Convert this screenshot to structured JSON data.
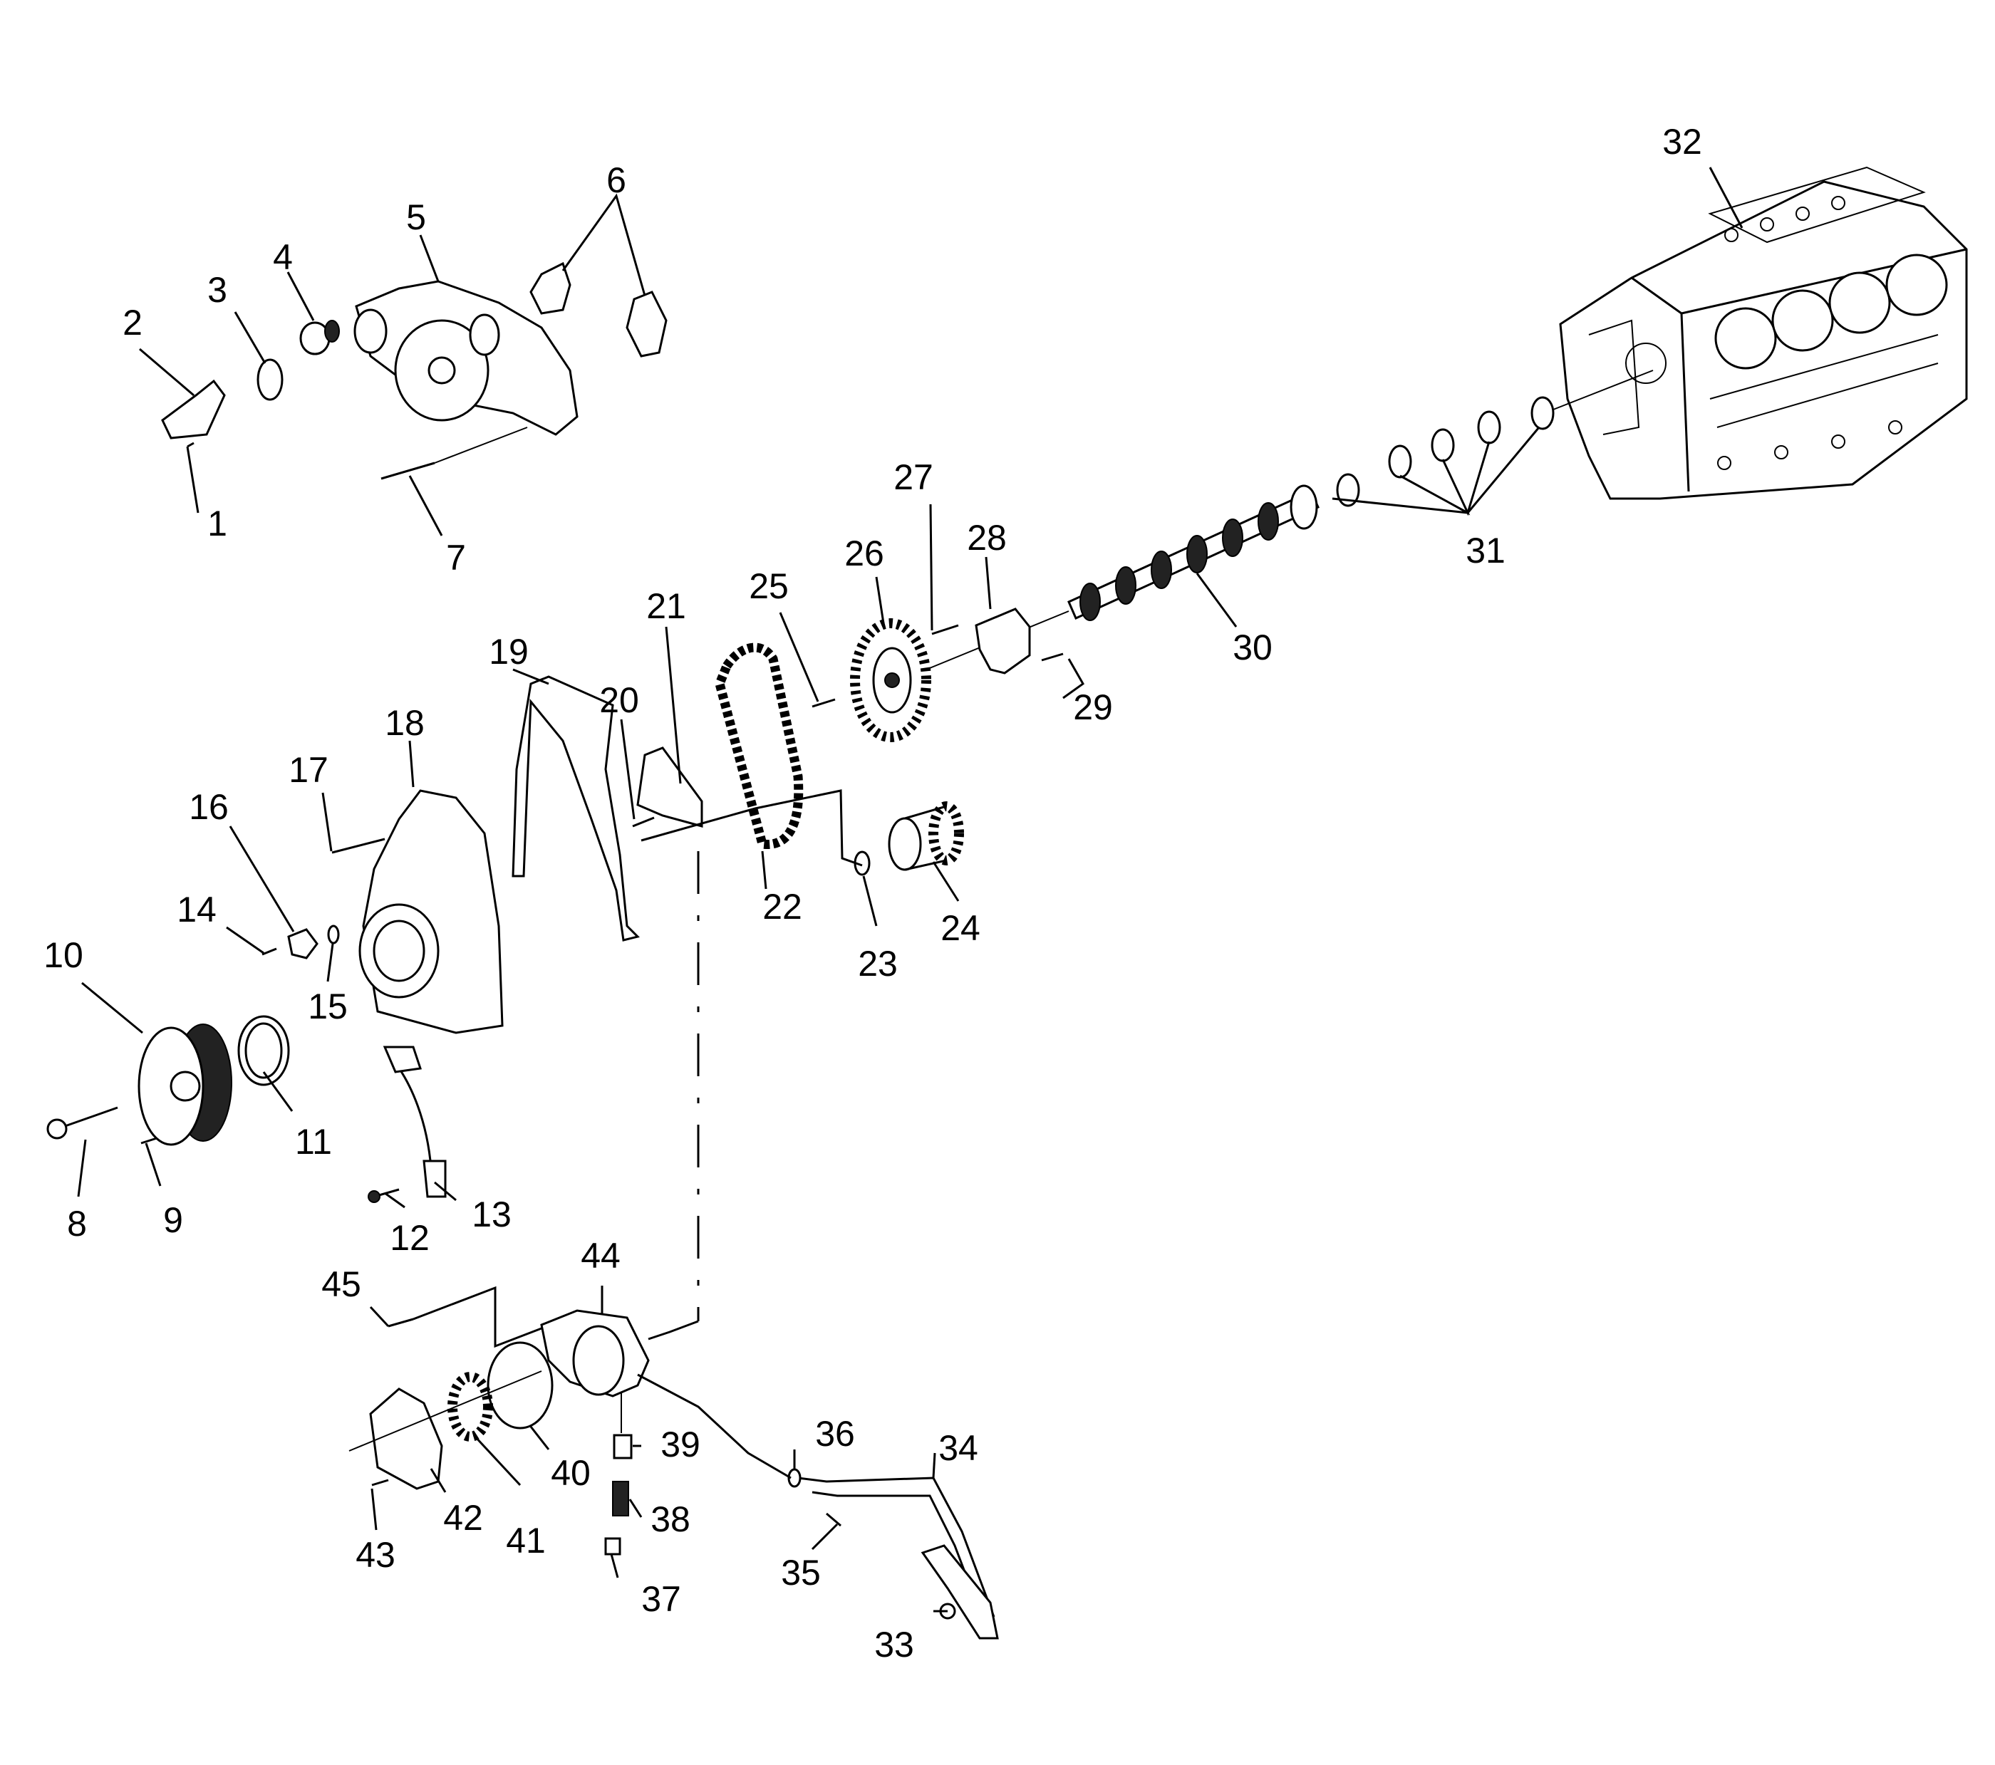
{
  "diagram": {
    "callouts": [
      {
        "id": "c1",
        "label": "1"
      },
      {
        "id": "c2",
        "label": "2"
      },
      {
        "id": "c3",
        "label": "3"
      },
      {
        "id": "c4",
        "label": "4"
      },
      {
        "id": "c5",
        "label": "5"
      },
      {
        "id": "c6",
        "label": "6"
      },
      {
        "id": "c7",
        "label": "7"
      },
      {
        "id": "c8",
        "label": "8"
      },
      {
        "id": "c9",
        "label": "9"
      },
      {
        "id": "c10",
        "label": "10"
      },
      {
        "id": "c11",
        "label": "11"
      },
      {
        "id": "c12",
        "label": "12"
      },
      {
        "id": "c13",
        "label": "13"
      },
      {
        "id": "c14",
        "label": "14"
      },
      {
        "id": "c15",
        "label": "15"
      },
      {
        "id": "c16",
        "label": "16"
      },
      {
        "id": "c17",
        "label": "17"
      },
      {
        "id": "c18",
        "label": "18"
      },
      {
        "id": "c19",
        "label": "19"
      },
      {
        "id": "c20",
        "label": "20"
      },
      {
        "id": "c21",
        "label": "21"
      },
      {
        "id": "c22",
        "label": "22"
      },
      {
        "id": "c23",
        "label": "23"
      },
      {
        "id": "c24",
        "label": "24"
      },
      {
        "id": "c25",
        "label": "25"
      },
      {
        "id": "c26",
        "label": "26"
      },
      {
        "id": "c27",
        "label": "27"
      },
      {
        "id": "c28",
        "label": "28"
      },
      {
        "id": "c29",
        "label": "29"
      },
      {
        "id": "c30",
        "label": "30"
      },
      {
        "id": "c31",
        "label": "31"
      },
      {
        "id": "c32",
        "label": "32"
      },
      {
        "id": "c33",
        "label": "33"
      },
      {
        "id": "c34",
        "label": "34"
      },
      {
        "id": "c35",
        "label": "35"
      },
      {
        "id": "c36",
        "label": "36"
      },
      {
        "id": "c37",
        "label": "37"
      },
      {
        "id": "c38",
        "label": "38"
      },
      {
        "id": "c39",
        "label": "39"
      },
      {
        "id": "c40",
        "label": "40"
      },
      {
        "id": "c41",
        "label": "41"
      },
      {
        "id": "c42",
        "label": "42"
      },
      {
        "id": "c43",
        "label": "43"
      },
      {
        "id": "c44",
        "label": "44"
      },
      {
        "id": "c45",
        "label": "45"
      }
    ]
  }
}
